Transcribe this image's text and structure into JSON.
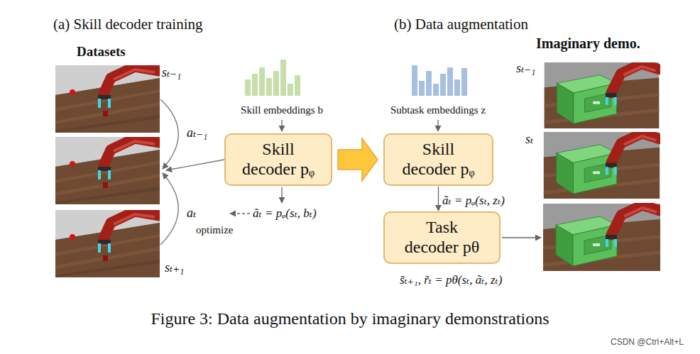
{
  "diagram": {
    "caption": "Figure 3: Data augmentation by imaginary demonstrations",
    "nodes": [
      {
        "text": [
          "Skill decoder pᵩ"
        ]
      },
      {
        "text": [
          "Skill decoder pᵩ"
        ]
      },
      {
        "text": [
          "Task decoder pθ"
        ]
      }
    ],
    "edges": [
      {
        "from": 0,
        "to": 1,
        "arrow": "to"
      },
      {
        "from": 1,
        "to": 2,
        "arrow": "to"
      }
    ],
    "labels": [
      "(a) Skill decoder training",
      "(b) Data augmentation",
      "Datasets",
      "sₜ₋₁",
      "aₜ₋₁",
      "aₜ",
      "optimize",
      "sₜ₊₁",
      "Skill embeddings b",
      "ãₜ = pᵩ(sₜ, bₜ)",
      "Subtask embeddings z",
      "ãₜ = pᵩ(sₜ, zₜ)",
      "s̃ₜ₊₁, r̃ₜ = pθ(sₜ, ãₜ, zₜ)",
      "Imaginary demo.",
      "sₜ₋₁",
      "sₜ",
      "CSDN @Ctrl+Alt+L"
    ]
  }
}
